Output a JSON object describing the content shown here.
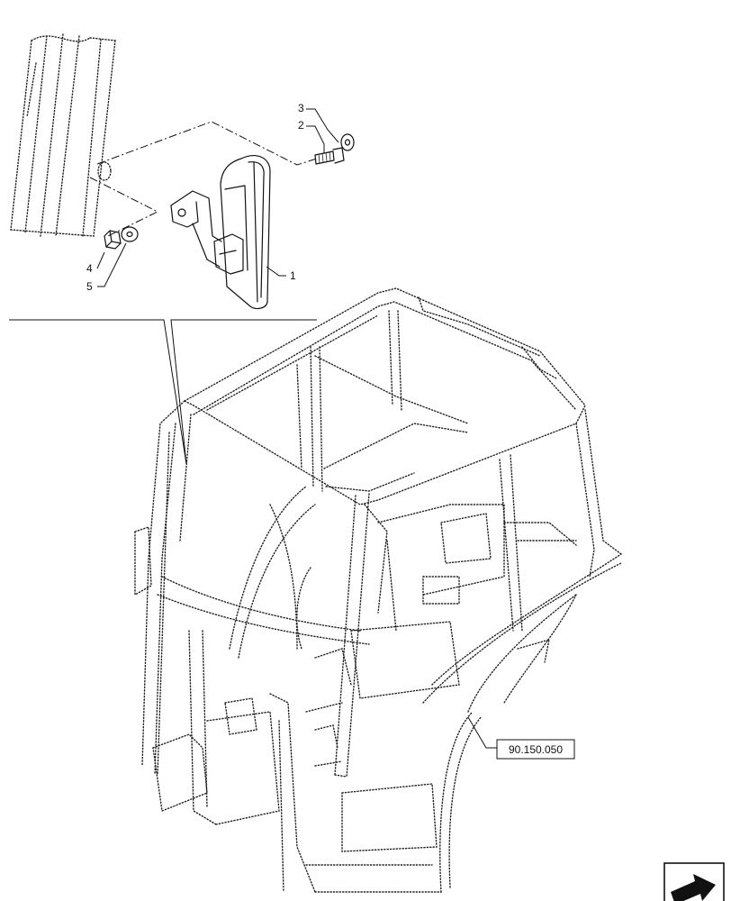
{
  "callouts": [
    {
      "id": "1",
      "label": "1"
    },
    {
      "id": "2",
      "label": "2"
    },
    {
      "id": "3",
      "label": "3"
    },
    {
      "id": "4",
      "label": "4"
    },
    {
      "id": "5",
      "label": "5"
    }
  ],
  "reference": {
    "label": "90.150.050"
  },
  "nav_icon": "next-page-arrow-icon"
}
